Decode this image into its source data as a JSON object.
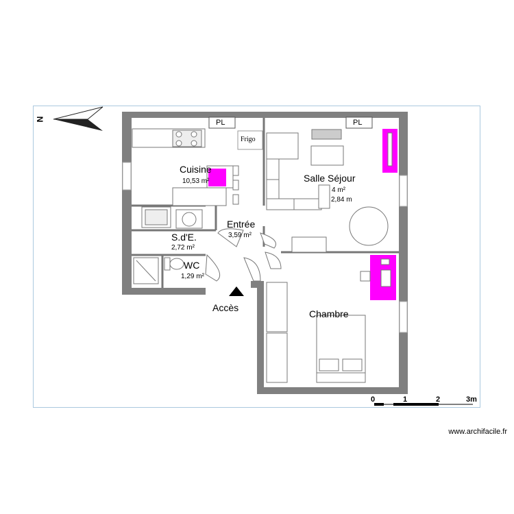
{
  "plan": {
    "compass_letter": "N",
    "rooms": [
      {
        "name": "Cuisine",
        "area": "10,53 m²"
      },
      {
        "name": "Salle Séjour",
        "area": "4 m²",
        "extra": "2,84 m"
      },
      {
        "name": "Entrée",
        "area": "3,59 m²"
      },
      {
        "name": "S.d'E.",
        "area": "2,72 m²"
      },
      {
        "name": "WC",
        "area": "1,29 m²"
      },
      {
        "name": "Chambre",
        "area": ""
      }
    ],
    "labels": {
      "pl_left": "PL",
      "pl_right": "PL",
      "frigo": "Frigo",
      "access": "Accès"
    },
    "scale": {
      "ticks": [
        "0",
        "1",
        "2",
        "3m"
      ]
    },
    "footer": "www.archifacile.fr",
    "colors": {
      "wall": "#808080",
      "furniture_accent": "#ff00ff",
      "frame": "#aac8df"
    }
  }
}
